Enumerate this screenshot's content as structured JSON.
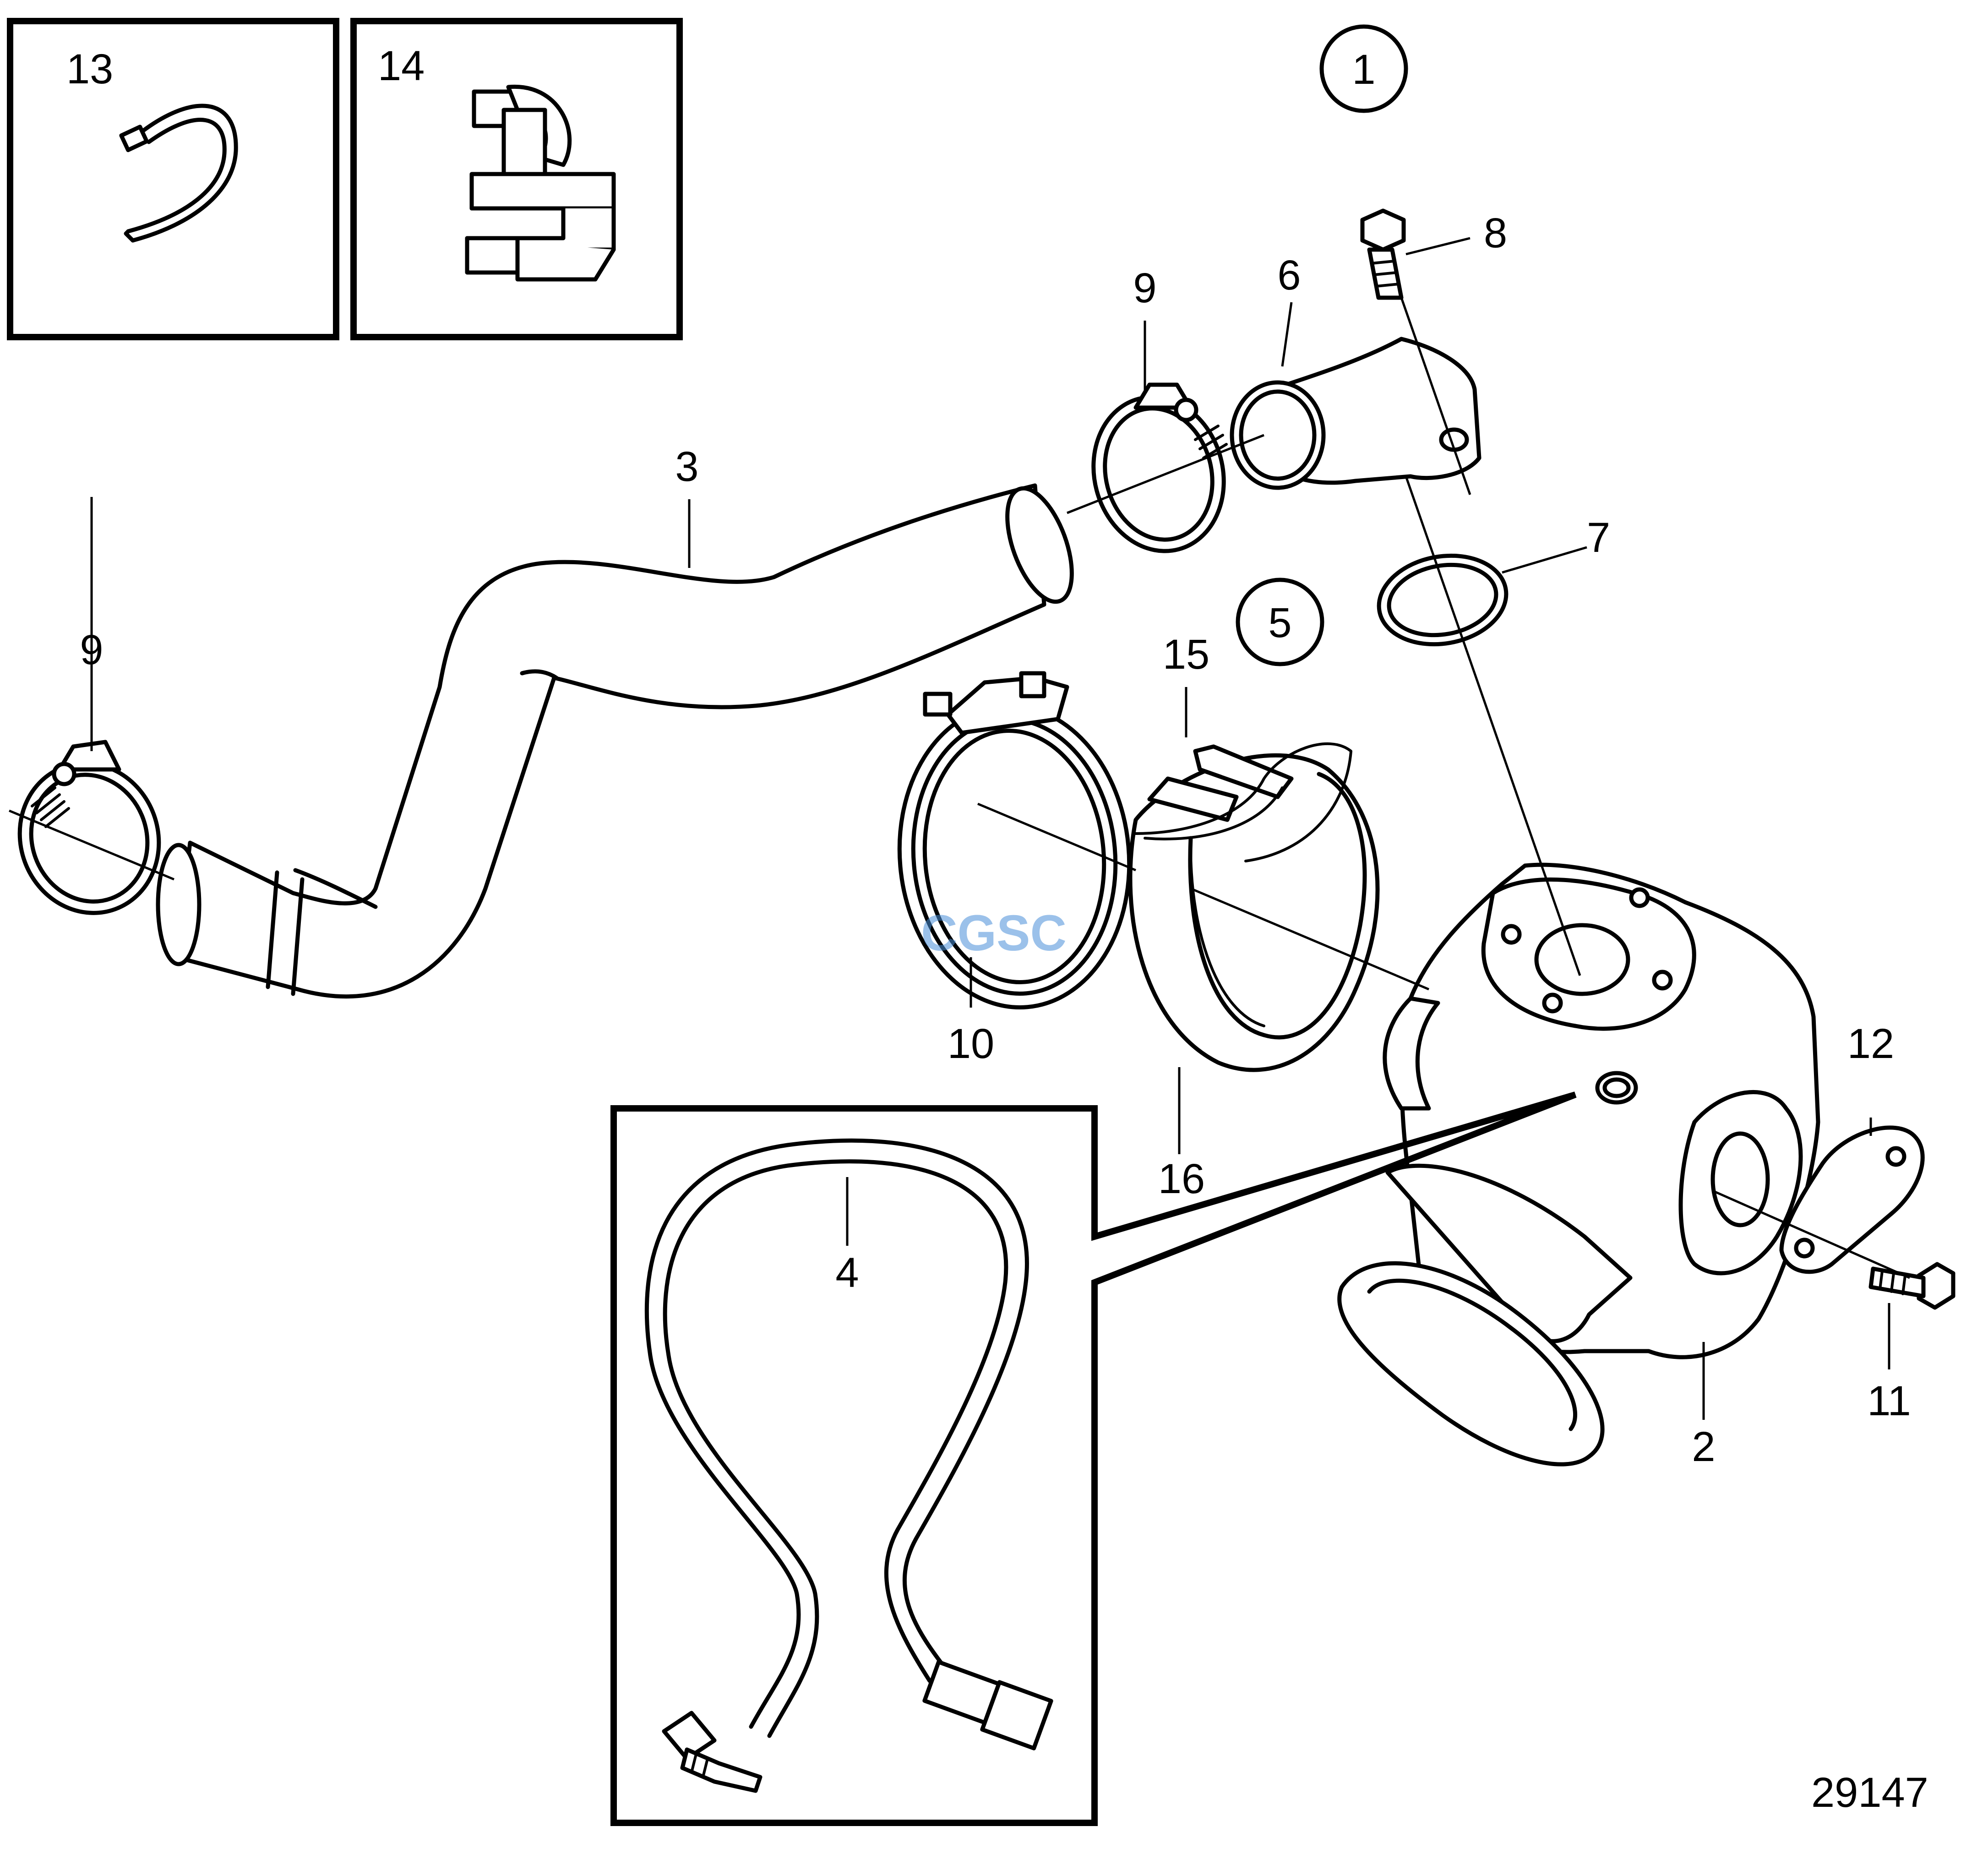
{
  "diagram": {
    "drawing_number": "29147",
    "watermark": "CGSC",
    "circled_labels": [
      "1",
      "5"
    ],
    "part_labels": {
      "p2": "2",
      "p3": "3",
      "p4": "4",
      "p6": "6",
      "p7": "7",
      "p8": "8",
      "p9a": "9",
      "p9b": "9",
      "p10": "10",
      "p11": "11",
      "p12": "12",
      "p13": "13",
      "p14": "14",
      "p15": "15",
      "p16": "16"
    }
  }
}
